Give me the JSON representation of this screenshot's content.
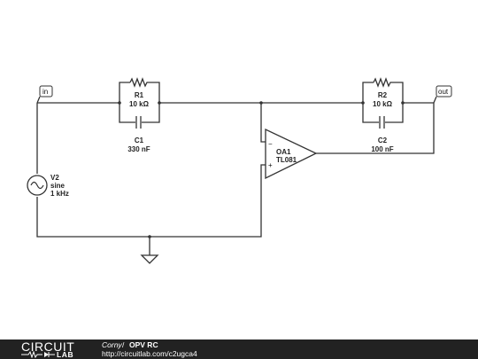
{
  "schematic": {
    "nodes": {
      "in": "in",
      "out": "out"
    },
    "components": {
      "r1": {
        "name": "R1",
        "value": "10 kΩ"
      },
      "c1": {
        "name": "C1",
        "value": "330 nF"
      },
      "r2": {
        "name": "R2",
        "value": "10 kΩ"
      },
      "c2": {
        "name": "C2",
        "value": "100 nF"
      },
      "oa1": {
        "name": "OA1",
        "value": "TL081"
      },
      "v2": {
        "name": "V2",
        "type": "sine",
        "freq": "1 kHz"
      }
    },
    "opamp_pins": {
      "minus": "−",
      "plus": "+"
    }
  },
  "footer": {
    "logo_top": "CIRCUIT",
    "logo_bottom": "LAB",
    "author": "Corny",
    "separator": "/",
    "title": "OPV RC",
    "url": "http://circuitlab.com/c2ugca4"
  }
}
